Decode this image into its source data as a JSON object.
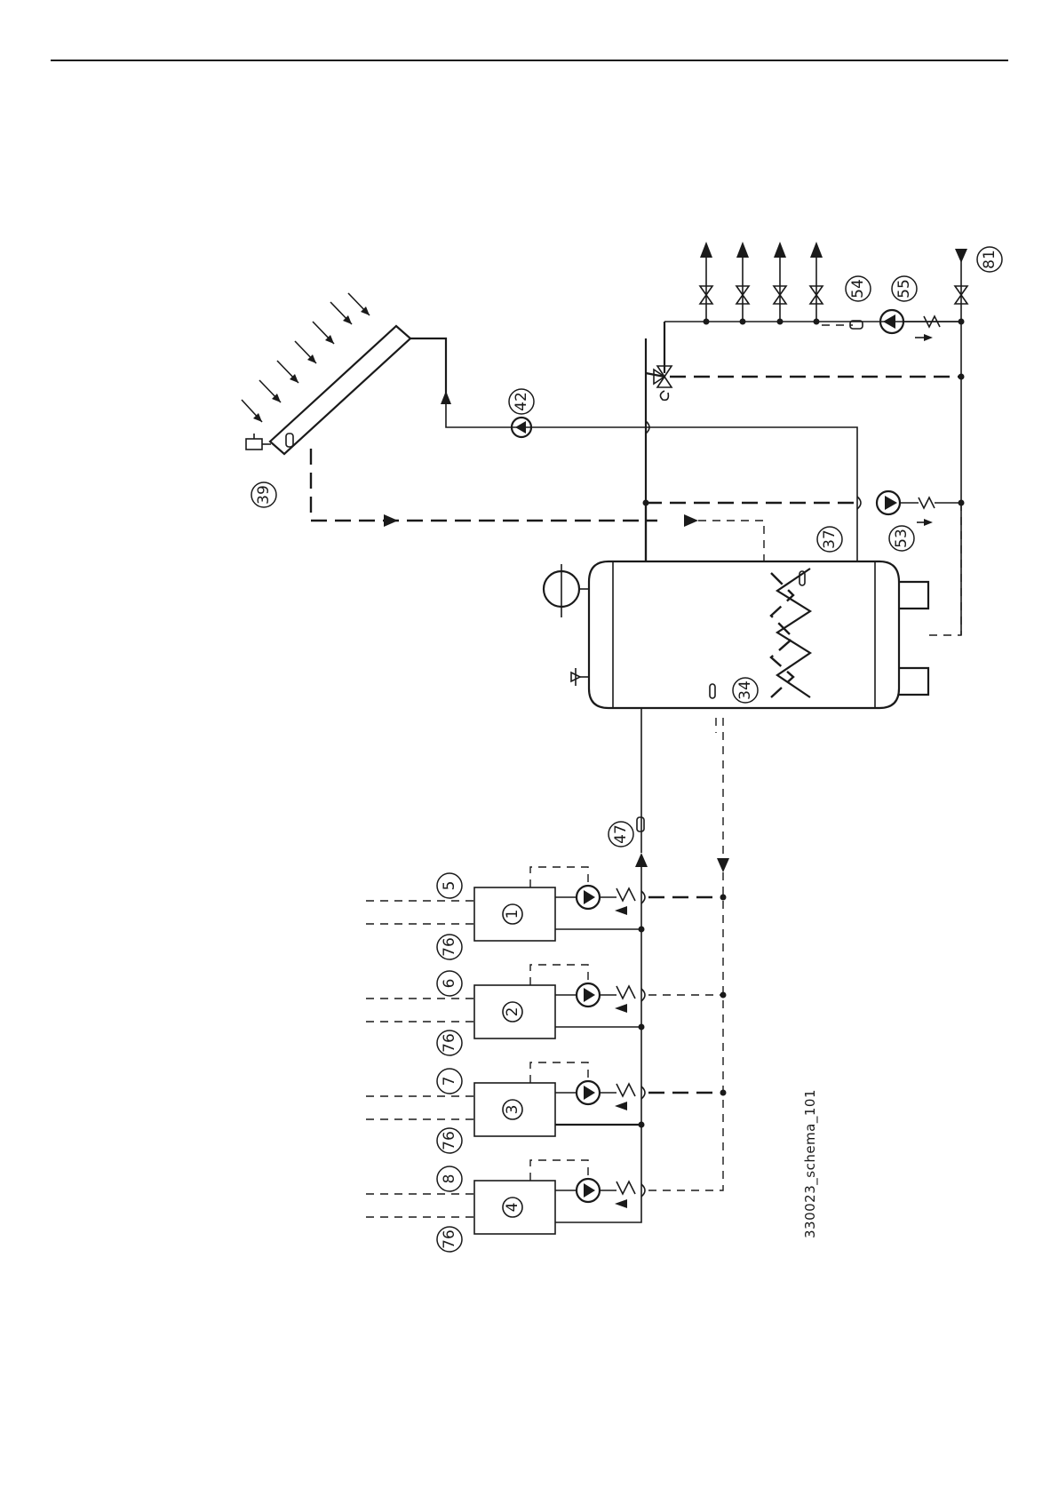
{
  "labels": {
    "solar_collector_air_vent": "39",
    "solar_pump": "42",
    "tank_sensor_upper": "37",
    "tank_sensor_lower": "34",
    "recirc_pump": "53",
    "hot_water_sensor": "54",
    "dhw_pump": "55",
    "cold_water_inlet": "81",
    "flow_sensor": "47",
    "heater_1_top": "5",
    "heater_1_bottom": "76",
    "heater_2_top": "6",
    "heater_2_bottom": "76",
    "heater_3_top": "7",
    "heater_3_bottom": "76",
    "heater_4_top": "8",
    "heater_4_bottom": "76"
  },
  "heaters": [
    {
      "number": "1"
    },
    {
      "number": "2"
    },
    {
      "number": "3"
    },
    {
      "number": "4"
    }
  ],
  "caption": "330023_schema_101"
}
